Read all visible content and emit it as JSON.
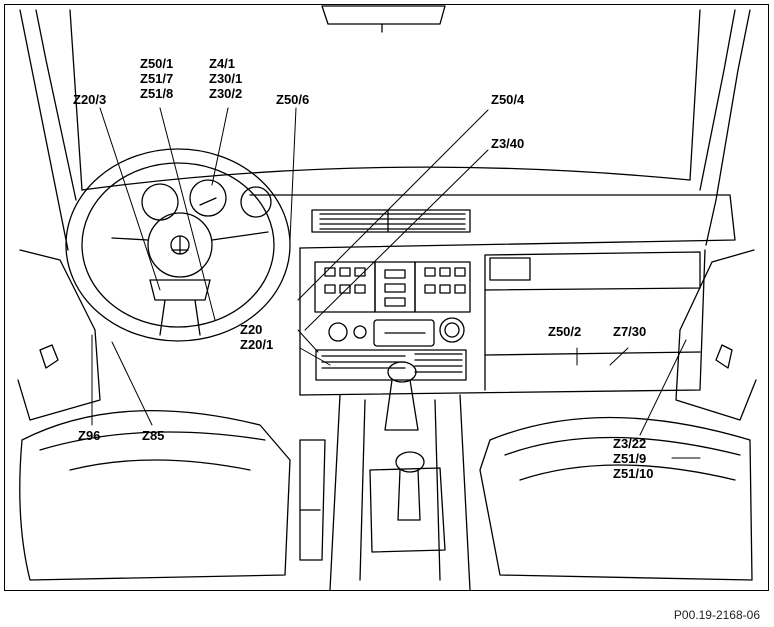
{
  "figure_ref": "P00.19-2168-06",
  "labels": {
    "z20_3": "Z20/3",
    "z50_1": "Z50/1",
    "z51_7": "Z51/7",
    "z51_8": "Z51/8",
    "z4_1": "Z4/1",
    "z30_1": "Z30/1",
    "z30_2": "Z30/2",
    "z50_6": "Z50/6",
    "z50_4": "Z50/4",
    "z3_40": "Z3/40",
    "z20": "Z20",
    "z20_1": "Z20/1",
    "z96": "Z96",
    "z85": "Z85",
    "z50_2": "Z50/2",
    "z7_30": "Z7/30",
    "z3_22": "Z3/22",
    "z51_9": "Z51/9",
    "z51_10": "Z51/10"
  },
  "colors": {
    "line": "#000000",
    "background": "#ffffff"
  }
}
